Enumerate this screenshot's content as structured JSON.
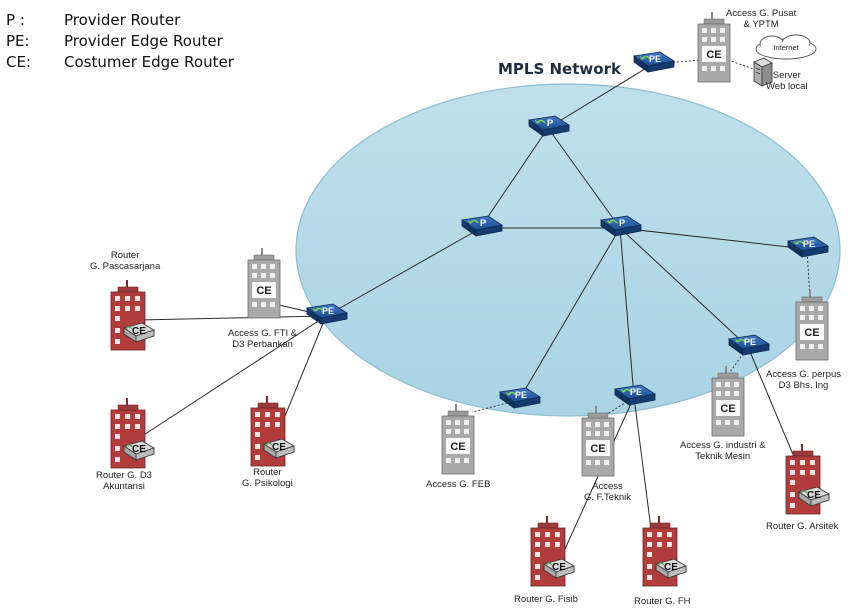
{
  "legend": [
    {
      "key": "P  :",
      "text": "Provider Router"
    },
    {
      "key": "PE:",
      "text": "Provider Edge Router"
    },
    {
      "key": "CE:",
      "text": "Costumer Edge Router"
    }
  ],
  "title": "MPLS Network",
  "router_p": "P",
  "router_pe": "PE",
  "router_ce": "CE",
  "internet": "Internet",
  "sites": {
    "pusat": "Access G. Pusat\n& YPTM",
    "server": "Server\nWeb local",
    "pasca": "Router\nG. Pascasarjana",
    "fti": "Access G. FTI &\nD3 Perbankan",
    "perpus": "Access G. perpus\nD3 Bhs. Ing",
    "akuntansi": "Router G. D3\nAkuntansi",
    "psikologi": "Router\nG. Psikologi",
    "feb": "Access G. FEB",
    "teknik": "Access\nG. F.Teknik",
    "industri": "Access G. industri &\nTeknik Mesin",
    "arsitek": "Router G. Arsitek",
    "fisib": "Router G. Fisib",
    "fh": "Router G. FH"
  }
}
